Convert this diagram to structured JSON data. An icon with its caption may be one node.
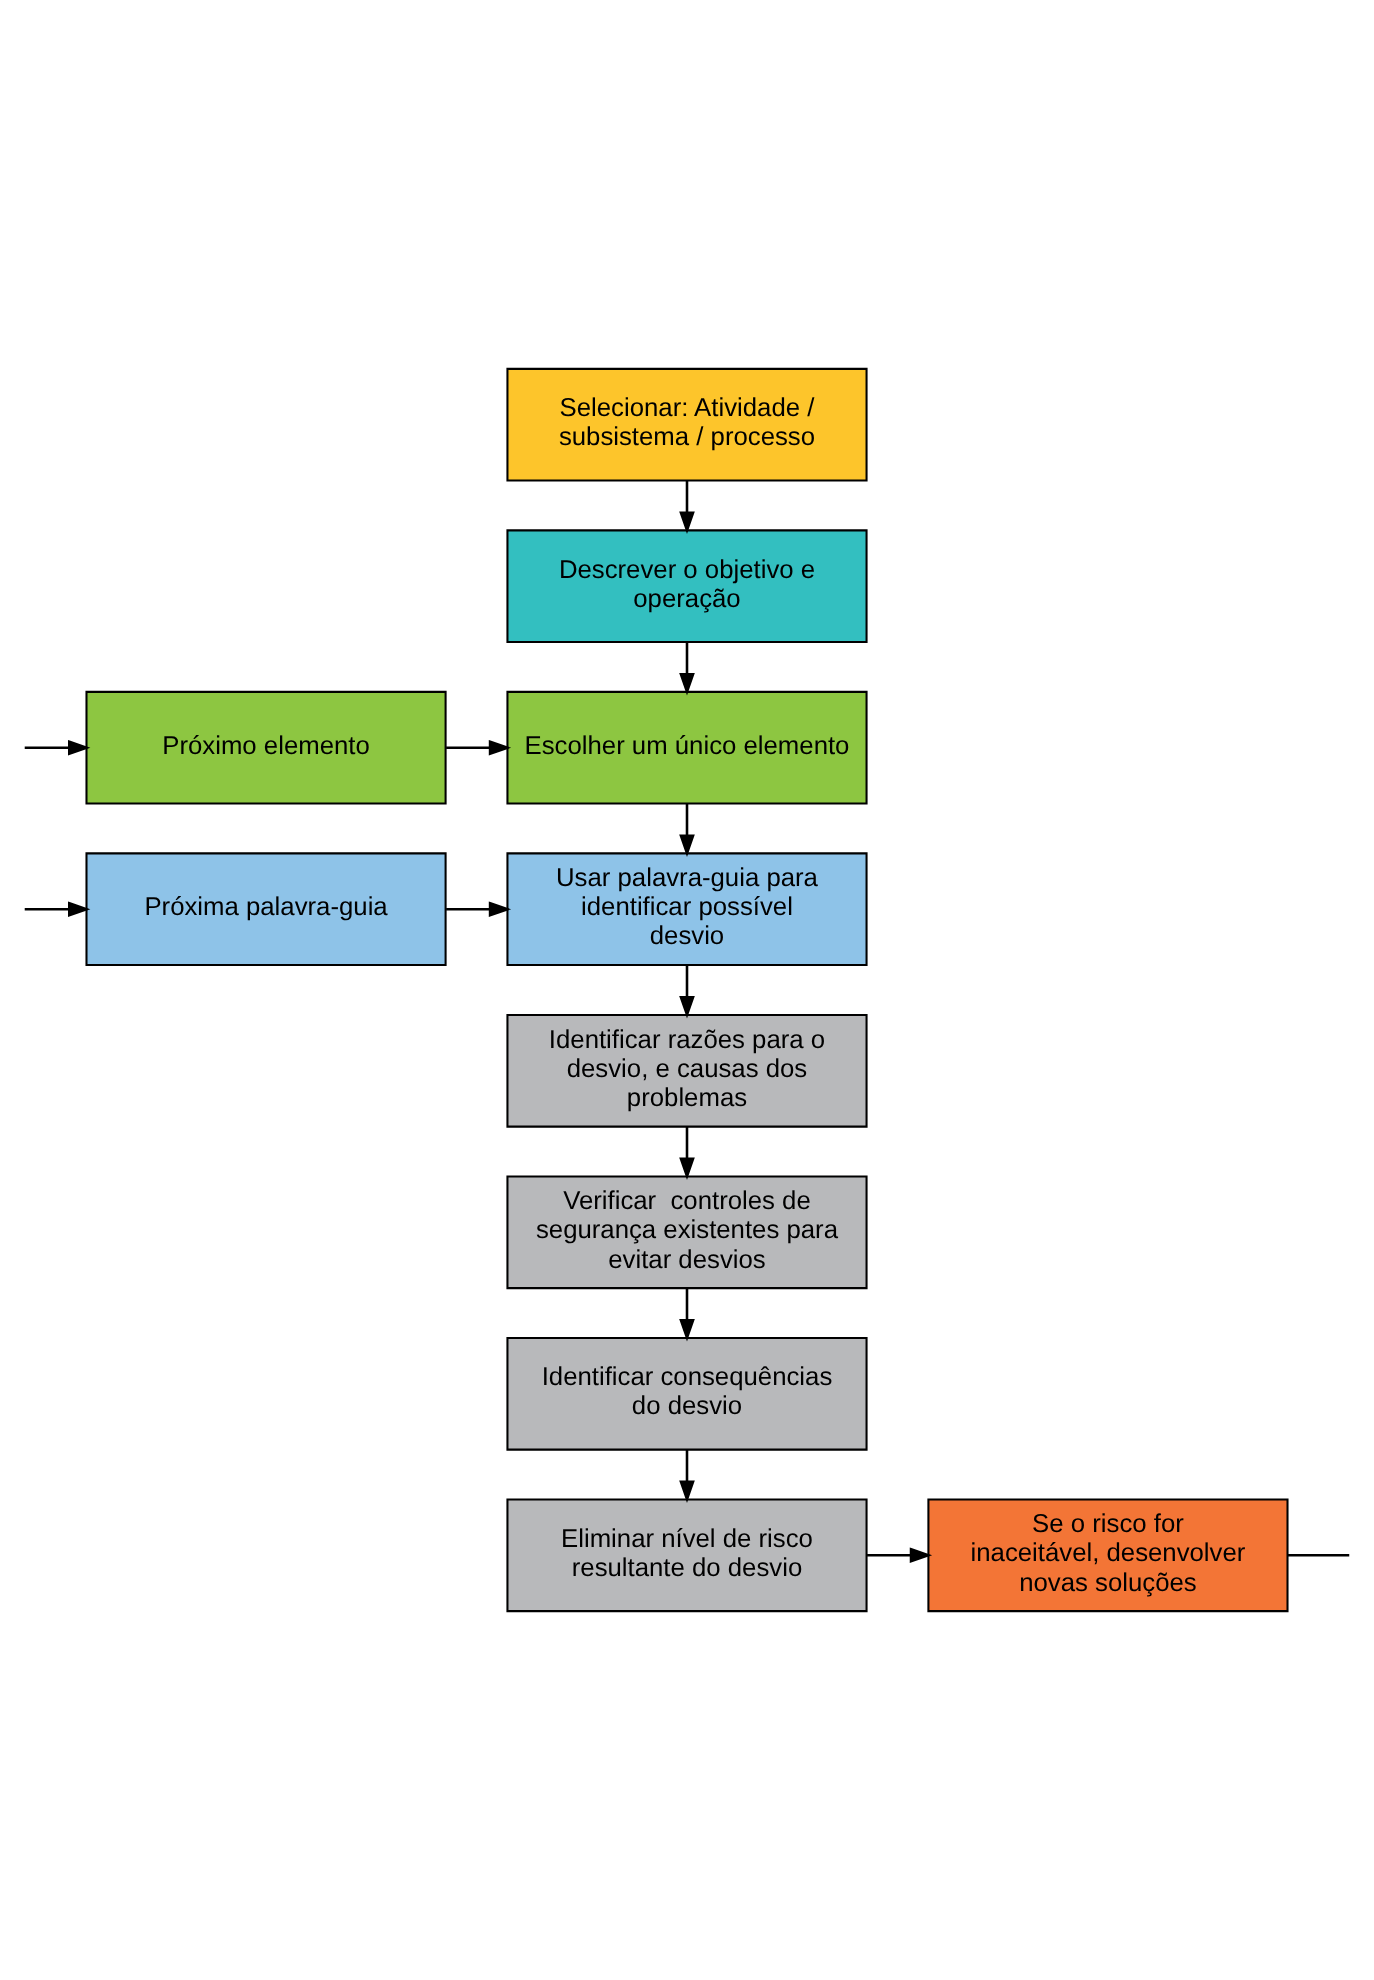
{
  "diagram": {
    "nodes": [
      {
        "text": [
          "Selecionar: Atividade / subsistema / processo"
        ]
      },
      {
        "text": [
          "Descrever o objetivo e operação"
        ]
      },
      {
        "text": [
          "Escolher um único elemento"
        ]
      },
      {
        "text": [
          "Próximo elemento"
        ]
      },
      {
        "text": [
          "Usar palavra-guia para identificar possível desvio"
        ]
      },
      {
        "text": [
          "Próxima palavra-guia"
        ]
      },
      {
        "text": [
          "Identificar razões para o desvio, e causas dos problemas"
        ]
      },
      {
        "text": [
          "Verificar  controles de segurança existentes para evitar desvios"
        ]
      },
      {
        "text": [
          "Identificar consequências do desvio"
        ]
      },
      {
        "text": [
          "Eliminar nível de risco resultante do desvio"
        ]
      },
      {
        "text": [
          "Se o risco for inaceitável, desenvolver novas soluções"
        ]
      }
    ],
    "edges": [
      {
        "from": 0,
        "to": 1,
        "arrow": "to"
      },
      {
        "from": 1,
        "to": 2,
        "arrow": "to"
      },
      {
        "from": 3,
        "to": 2,
        "arrow": "to"
      },
      {
        "from": null,
        "to": 3,
        "arrow": "to"
      },
      {
        "from": 2,
        "to": 4,
        "arrow": "to"
      },
      {
        "from": 5,
        "to": 4,
        "arrow": "to"
      },
      {
        "from": null,
        "to": 5,
        "arrow": "to"
      },
      {
        "from": 4,
        "to": 6,
        "arrow": "to"
      },
      {
        "from": 6,
        "to": 7,
        "arrow": "to"
      },
      {
        "from": 7,
        "to": 8,
        "arrow": "to"
      },
      {
        "from": 8,
        "to": 9,
        "arrow": "to"
      },
      {
        "from": 9,
        "to": 10,
        "arrow": "to"
      },
      {
        "from": 10,
        "to": null,
        "arrow": "none"
      }
    ]
  }
}
